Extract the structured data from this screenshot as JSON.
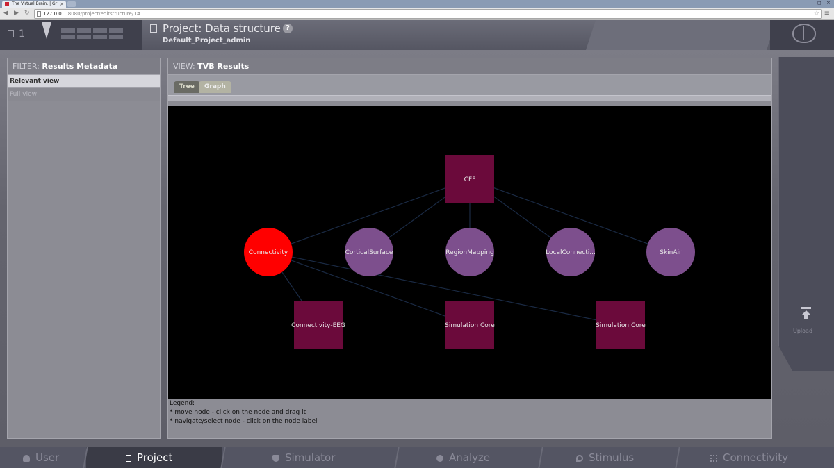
{
  "browser": {
    "tab_title": "The Virtual Brain. | Gr",
    "tab_close": "×",
    "url_host": "127.0.0.1",
    "url_path": ":8080/project/editstructure/1#",
    "star_glyph": "☆",
    "menu_glyph": "≡",
    "back_glyph": "◀",
    "forward_glyph": "▶",
    "reload_glyph": "↻",
    "win_min": "–",
    "win_max": "◻",
    "win_close": "×"
  },
  "header": {
    "count": "1",
    "title": "Project: Data structure",
    "help": "?",
    "subtitle": "Default_Project_admin"
  },
  "filter": {
    "label": "FILTER:",
    "title": "Results Metadata",
    "items": [
      "Relevant view",
      "Full view"
    ]
  },
  "view": {
    "label": "VIEW:",
    "title": "TVB Results",
    "tabs": [
      "Tree",
      "Graph"
    ],
    "active_tab": "Graph"
  },
  "graph": {
    "nodes": [
      {
        "label": "CFF",
        "shape": "square",
        "color": "#6b0a3b"
      },
      {
        "label": "Connectivity",
        "shape": "circle",
        "color": "#ff0000"
      },
      {
        "label": "CorticalSurface",
        "shape": "circle",
        "color": "#7d4f8d"
      },
      {
        "label": "RegionMapping",
        "shape": "circle",
        "color": "#7d4f8d"
      },
      {
        "label": "LocalConnecti...",
        "shape": "circle",
        "color": "#7d4f8d"
      },
      {
        "label": "SkinAir",
        "shape": "circle",
        "color": "#7d4f8d"
      },
      {
        "label": "Connectivity-EEG",
        "shape": "square",
        "color": "#6b0a3b"
      },
      {
        "label": "Simulation Core",
        "shape": "square",
        "color": "#6b0a3b"
      },
      {
        "label": "Simulation Core",
        "shape": "square",
        "color": "#6b0a3b"
      }
    ],
    "edges": [
      [
        0,
        1
      ],
      [
        0,
        2
      ],
      [
        0,
        3
      ],
      [
        0,
        4
      ],
      [
        0,
        5
      ],
      [
        1,
        6
      ],
      [
        1,
        7
      ],
      [
        1,
        8
      ]
    ],
    "edge_color": "#1a2a44"
  },
  "legend": {
    "title": "Legend:",
    "lines": [
      "* move node - click on the node and drag it",
      "* navigate/select node - click on the node label"
    ]
  },
  "right_panel": {
    "upload_label": "Upload"
  },
  "nav": {
    "items": [
      "User",
      "Project",
      "Simulator",
      "Analyze",
      "Stimulus",
      "Connectivity"
    ],
    "active": "Project"
  }
}
